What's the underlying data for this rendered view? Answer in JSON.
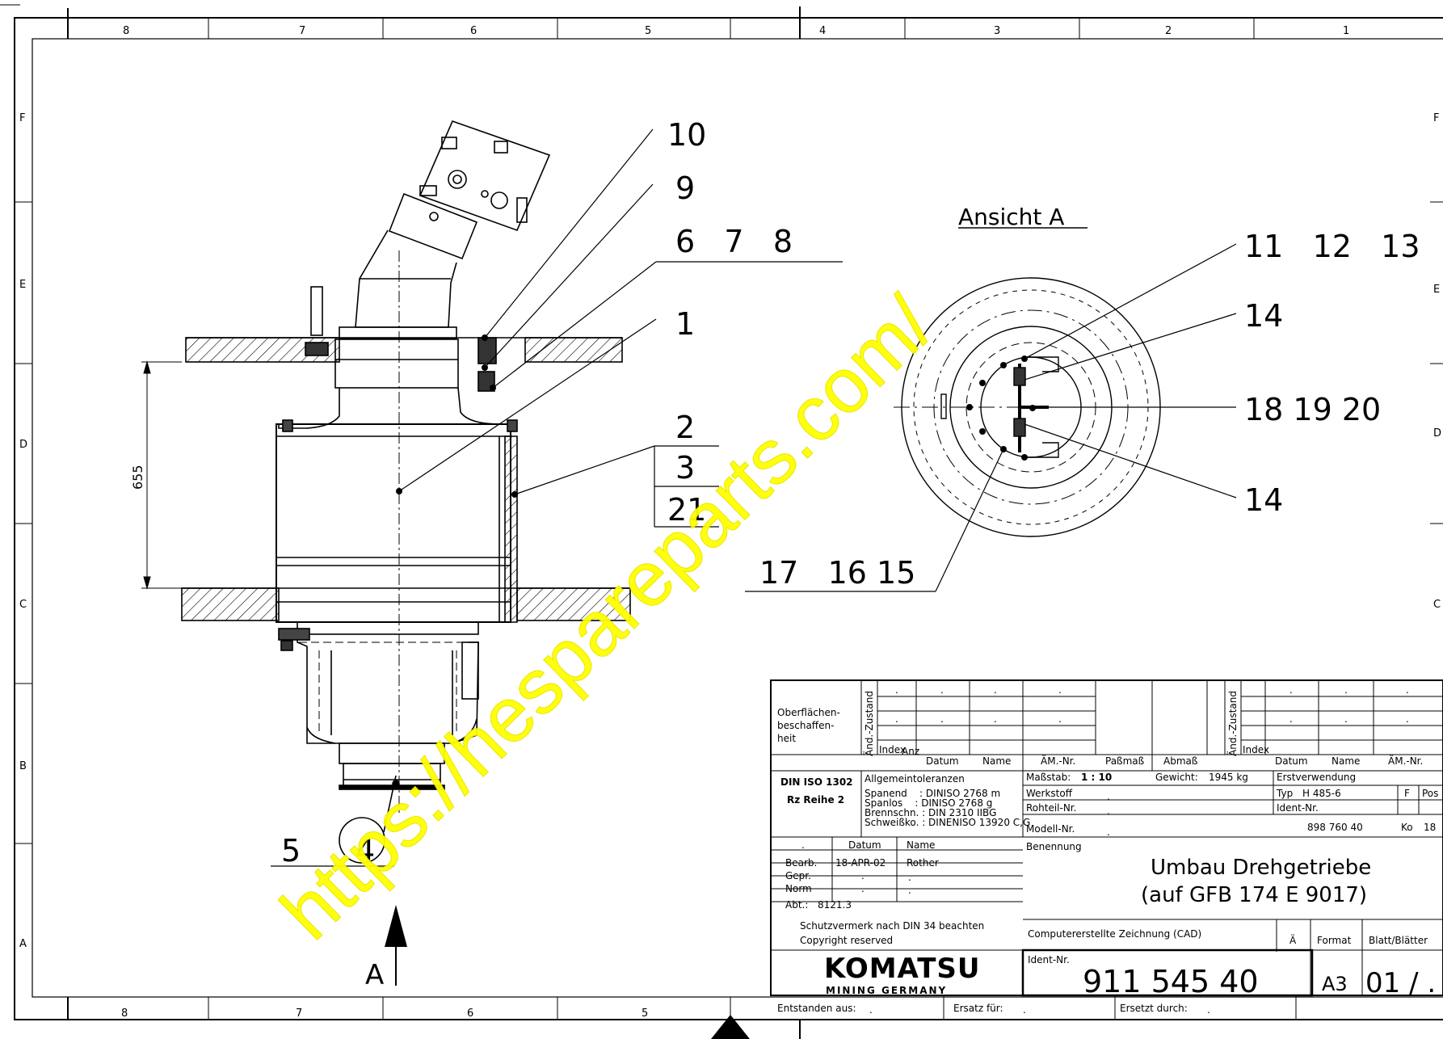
{
  "frame": {
    "top_cols": [
      "8",
      "7",
      "6",
      "5",
      "4",
      "3",
      "2",
      "1"
    ],
    "bottom_cols": [
      "8",
      "7",
      "6",
      "5"
    ],
    "left_rows": [
      "F",
      "E",
      "D",
      "C",
      "B",
      "A"
    ],
    "right_rows": [
      "F",
      "E",
      "D",
      "C"
    ]
  },
  "balloons": {
    "b10": "10",
    "b9": "9",
    "b678": "6   7   8",
    "b1": "1",
    "b2": "2",
    "b3": "3",
    "b21": "21",
    "b5": "5",
    "b4": "4",
    "b111213": "11   12   13",
    "b14a": "14",
    "b181920": "18 19 20",
    "b14b": "14",
    "b171615": "17   16 15"
  },
  "dimension": "655",
  "view_label": "Ansicht A",
  "arrow_label": "A",
  "watermark": "https://hespareparts.com/",
  "title_block": {
    "surface_label": [
      "Oberflächen-",
      "beschaffen-",
      "heit"
    ],
    "change_state": "Änd.-Zustand",
    "dots": ".",
    "col_index": "Index",
    "col_anz": "Anz",
    "col_datum": "Datum",
    "col_name": "Name",
    "col_aem": "ÄM.-Nr.",
    "col_passmass": "Paßmaß",
    "col_abmass": "Abmaß",
    "din": "DIN ISO 1302",
    "rz": "Rz Reihe 2",
    "tolerances_title": "Allgemeintoleranzen",
    "tolerances": [
      "Spanend    : DINISO 2768 m",
      "Spanlos    : DINISO 2768 g",
      "Brennschn. : DIN 2310 IIBG",
      "Schweißko. : DINENISO 13920 C,G"
    ],
    "scale_label": "Maßstab:",
    "scale": "1 : 10",
    "weight_label": "Gewicht:",
    "weight": "1945 kg",
    "werkstoff": "Werkstoff",
    "rohteil": "Rohteil-Nr.",
    "modell": "Modell-Nr.",
    "erstverwendung": "Erstverwendung",
    "typ_label": "Typ",
    "typ": "H 485-6",
    "f_label": "F",
    "pos_label": "Pos",
    "ident_label": "Ident-Nr.",
    "erst_ident": "898 760 40",
    "ko": "Ko",
    "pos": "18",
    "bearb": "Bearb.",
    "gepr": "Gepr.",
    "norm": "Norm",
    "abt_label": "Abt.:",
    "abt": "8121.3",
    "datum_hdr": "Datum",
    "name_hdr": "Name",
    "bearb_datum": "18-APR-02",
    "bearb_name": "Rother",
    "benennung_label": "Benennung",
    "title_line1": "Umbau Drehgetriebe",
    "title_line2": "(auf GFB 174 E 9017)",
    "schutz": "Schutzvermerk nach DIN 34 beachten",
    "copyright": "Copyright reserved",
    "cad": "Computererstellte Zeichnung (CAD)",
    "ae": "Ä",
    "format_label": "Format",
    "blatt_label": "Blatt/Blätter",
    "company": "KOMATSU",
    "company_sub": "MINING GERMANY",
    "ident_nr_label": "Ident-Nr.",
    "ident_nr": "911 545 40",
    "format": "A3",
    "sheet": "01 / .",
    "entstanden": "Entstanden aus:",
    "ersatz_fuer": "Ersatz für:",
    "ersetzt_durch": "Ersetzt durch:"
  }
}
